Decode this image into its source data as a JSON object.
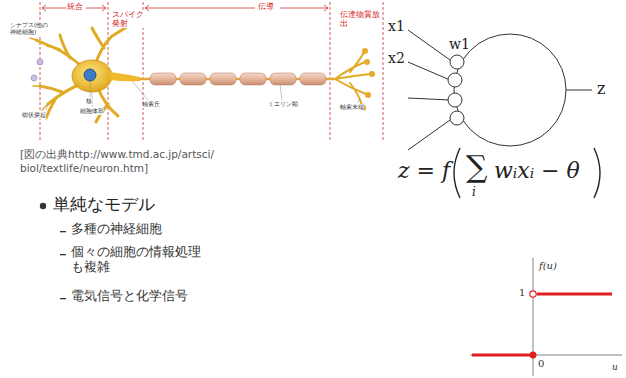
{
  "diagram": {
    "caption": "[図の出典http://www.tmd.ac.jp/artsci/biol/textlife/neuron.htm]",
    "labels": [
      "統合",
      "スパイク発射",
      "伝導",
      "伝達物質放出",
      "シナプス(他の神経細胞)",
      "樹状突起",
      "核",
      "細胞体部",
      "軸索丘",
      "ミエリン鞘",
      "軸索末端",
      "単純なモデル",
      "多種の神経細胞",
      "個々の細胞の情報処理も複雑",
      "電気信号と化学信号",
      "x1",
      "x2",
      "w1",
      "z",
      "z = f",
      "∑",
      "i",
      "wᵢxᵢ − θ",
      "f(u)",
      "1",
      "0",
      "u"
    ]
  }
}
